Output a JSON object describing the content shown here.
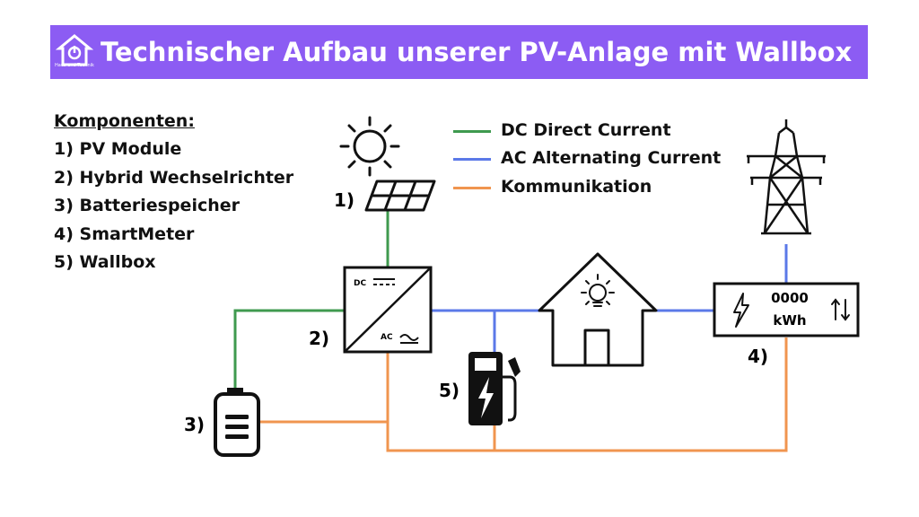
{
  "header": {
    "title": "Technischer Aufbau unserer PV-Anlage mit Wallbox",
    "logo_caption": "Haus und Technik",
    "background_color": "#8c5cf3"
  },
  "components": {
    "heading": "Komponenten:",
    "items": [
      "1) PV Module",
      "2) Hybrid Wechselrichter",
      "3) Batteriespeicher",
      "4) SmartMeter",
      "5) Wallbox"
    ]
  },
  "legend": [
    {
      "label": "DC Direct Current",
      "color": "#3f9a4f"
    },
    {
      "label": "AC Alternating Current",
      "color": "#5b79e8"
    },
    {
      "label": "Kommunikation",
      "color": "#f0954f"
    }
  ],
  "diagram": {
    "labels": {
      "pv": "1)",
      "inverter": "2)",
      "battery": "3)",
      "meter": "4)",
      "wallbox": "5)"
    },
    "inverter": {
      "dc": "DC",
      "ac": "AC"
    },
    "meter": {
      "value": "0000",
      "unit": "kWh"
    },
    "icons": [
      "sun-icon",
      "solar-panel-icon",
      "power-pylon-icon",
      "inverter-icon",
      "house-icon",
      "light-bulb-icon",
      "smart-meter-icon",
      "lightning-icon",
      "arrows-updown-icon",
      "battery-icon",
      "wallbox-icon"
    ]
  }
}
